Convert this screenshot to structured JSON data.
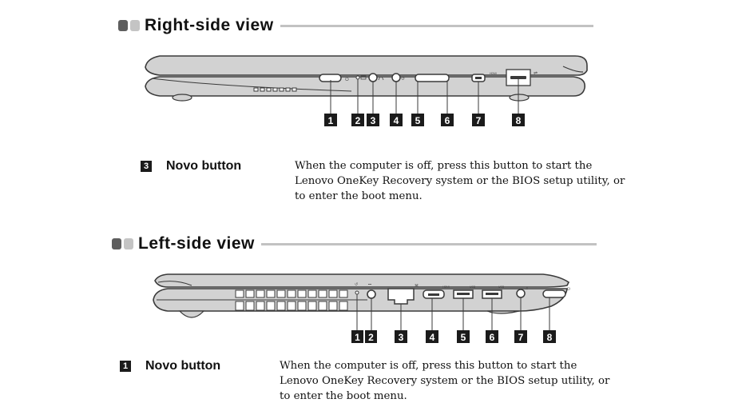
{
  "sections": [
    {
      "title": "Right-side view",
      "callout_numbers": [
        "1",
        "2",
        "3",
        "4",
        "5",
        "6",
        "7",
        "8"
      ],
      "port_labels": [
        "power-icon",
        "battery-status-icon",
        "headphone-icon",
        "novo-icon",
        "",
        "",
        "HDMI",
        "usb-icon"
      ],
      "description": {
        "badge": "3",
        "term": "Novo button",
        "text": "When the computer is off, press this button to start the Lenovo OneKey Recovery system or the BIOS setup utility, or to enter the boot menu."
      }
    },
    {
      "title": "Left-side view",
      "callout_numbers": [
        "1",
        "2",
        "3",
        "4",
        "5",
        "6",
        "7",
        "8"
      ],
      "port_labels": [
        "novo-icon",
        "dc-in-icon",
        "ethernet-icon",
        "HDMI",
        "USB",
        "USB",
        "headphone-icon",
        "power-icon"
      ],
      "description": {
        "badge": "1",
        "term": "Novo button",
        "text": "When the computer is off, press this button to start the Lenovo OneKey Recovery system or the BIOS setup utility, or to enter the boot menu."
      }
    }
  ],
  "colors": {
    "body_fill": "#d2d2d2",
    "outline": "#3a3a3a",
    "badge": "#1b1b1b",
    "rule": "#c2c2c2"
  }
}
